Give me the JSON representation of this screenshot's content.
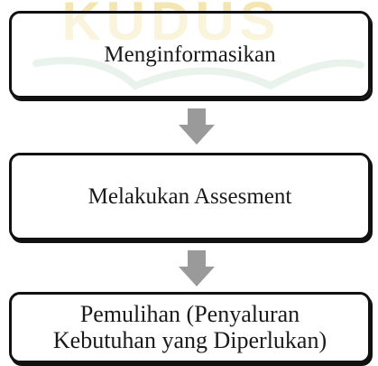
{
  "watermark": {
    "text": "KUDUS",
    "color_top": "#f4e6b3",
    "color_arc": "#cfe3d2"
  },
  "flow": {
    "steps": [
      {
        "text": "Menginformasikan"
      },
      {
        "text": "Melakukan Assesment"
      },
      {
        "line1": "Pemulihan (Penyaluran",
        "line2": "Kebutuhan yang Diperlukan)"
      }
    ],
    "arrow_color": "#9a9a9a",
    "border_color": "#111111"
  }
}
